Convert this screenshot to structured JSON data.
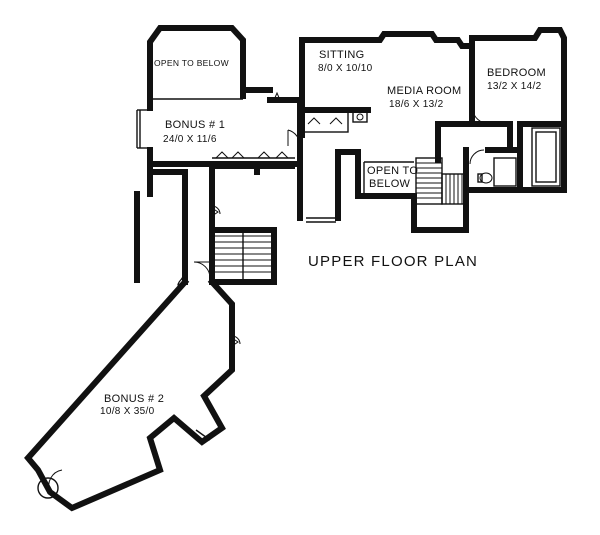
{
  "plan": {
    "title": "UPPER FLOOR PLAN",
    "rooms": {
      "open_below_left": {
        "name": "OPEN TO BELOW"
      },
      "bonus1": {
        "name": "BONUS # 1",
        "dims": "24/0 X 11/6"
      },
      "sitting": {
        "name": "SITTING",
        "dims": "8/0 X 10/10"
      },
      "media": {
        "name": "MEDIA ROOM",
        "dims": "18/6 X 13/2"
      },
      "bedroom": {
        "name": "BEDROOM",
        "dims": "13/2 X 14/2"
      },
      "open_below_center": {
        "line1": "OPEN TO",
        "line2": "BELOW"
      },
      "bonus2": {
        "name": "BONUS # 2",
        "dims": "10/8 X 35/0"
      }
    }
  }
}
